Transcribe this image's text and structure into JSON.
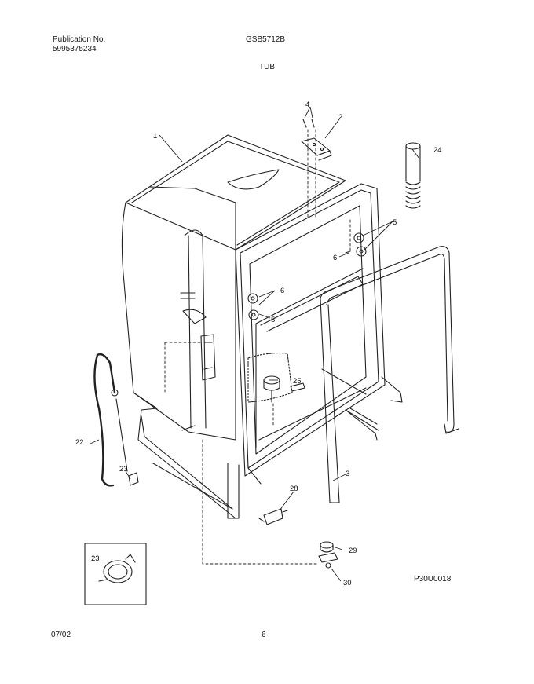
{
  "header": {
    "publication_label": "Publication No.",
    "publication_number": "5995375234",
    "model": "GSB5712B",
    "section_title": "TUB"
  },
  "footer": {
    "date": "07/02",
    "page": "6"
  },
  "diagram": {
    "code": "P30U0018",
    "callouts": [
      "1",
      "2",
      "3",
      "4",
      "5",
      "5",
      "6",
      "6",
      "22",
      "23",
      "23",
      "24",
      "25",
      "28",
      "29",
      "30"
    ]
  }
}
